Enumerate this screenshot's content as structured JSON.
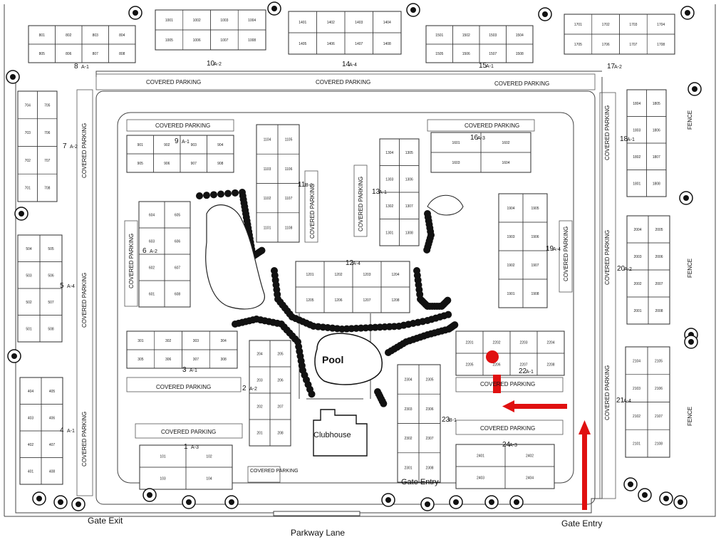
{
  "labels": {
    "pool": "Pool",
    "clubhouse": "Clubhouse",
    "gate_exit": "Gate Exit",
    "gate_entry_inner": "Gate Entry",
    "gate_entry_outer": "Gate Entry",
    "parkway_lane": "Parkway Lane",
    "fence": "FENCE",
    "covered_parking": "COVERED PARKING"
  },
  "buildings": [
    {
      "id": "b8",
      "num": "8",
      "type": "A-1",
      "units": [
        "801",
        "802",
        "803",
        "804",
        "805",
        "806",
        "807",
        "808"
      ]
    },
    {
      "id": "b10",
      "num": "10",
      "type": "A-2",
      "units": [
        "1001",
        "1002",
        "1003",
        "1004",
        "1005",
        "1006",
        "1007",
        "1008"
      ]
    },
    {
      "id": "b14",
      "num": "14",
      "type": "A-4",
      "units": [
        "1401",
        "1402",
        "1403",
        "1404",
        "1405",
        "1406",
        "1407",
        "1408"
      ]
    },
    {
      "id": "b15",
      "num": "15",
      "type": "A-1",
      "units": [
        "1501",
        "1502",
        "1503",
        "1504",
        "1505",
        "1506",
        "1507",
        "1508"
      ]
    },
    {
      "id": "b17",
      "num": "17",
      "type": "A-2",
      "units": [
        "1701",
        "1702",
        "1703",
        "1704",
        "1705",
        "1706",
        "1707",
        "1708"
      ]
    },
    {
      "id": "b7",
      "num": "7",
      "type": "A-2",
      "units": [
        "701",
        "702",
        "703",
        "704",
        "705",
        "706",
        "707",
        "708"
      ]
    },
    {
      "id": "b9",
      "num": "9",
      "type": "A-1",
      "units": [
        "901",
        "902",
        "903",
        "904",
        "905",
        "906",
        "907",
        "908"
      ]
    },
    {
      "id": "b11",
      "num": "11",
      "type": "B-1",
      "units": [
        "1101",
        "1102",
        "1103",
        "1104",
        "1105",
        "1106",
        "1107",
        "1108"
      ]
    },
    {
      "id": "b13",
      "num": "13",
      "type": "A-1",
      "units": [
        "1301",
        "1302",
        "1303",
        "1304",
        "1305",
        "1306",
        "1307",
        "1308"
      ]
    },
    {
      "id": "b16",
      "num": "16",
      "type": "A-3",
      "units": [
        "1601",
        "1602",
        "1603",
        "1604"
      ]
    },
    {
      "id": "b18",
      "num": "18",
      "type": "A-1",
      "units": [
        "1801",
        "1802",
        "1803",
        "1804",
        "1805",
        "1806",
        "1807",
        "1808"
      ]
    },
    {
      "id": "b6",
      "num": "6",
      "type": "A-2",
      "units": [
        "601",
        "602",
        "603",
        "604",
        "605",
        "606",
        "607",
        "608"
      ]
    },
    {
      "id": "b5",
      "num": "5",
      "type": "A-4",
      "units": [
        "501",
        "502",
        "503",
        "504",
        "505",
        "506",
        "507",
        "508"
      ]
    },
    {
      "id": "b12",
      "num": "12",
      "type": "A-4",
      "units": [
        "1201",
        "1202",
        "1203",
        "1204",
        "1205",
        "1206",
        "1207",
        "1208"
      ]
    },
    {
      "id": "b19",
      "num": "19",
      "type": "A-4",
      "units": [
        "1901",
        "1902",
        "1903",
        "1904",
        "1905",
        "1906",
        "1907",
        "1908"
      ]
    },
    {
      "id": "b20",
      "num": "20",
      "type": "A-2",
      "units": [
        "2001",
        "2002",
        "2003",
        "2004",
        "2005",
        "2006",
        "2007",
        "2008"
      ]
    },
    {
      "id": "b3",
      "num": "3",
      "type": "A-1",
      "units": [
        "301",
        "302",
        "303",
        "304",
        "305",
        "306",
        "307",
        "308"
      ]
    },
    {
      "id": "b2",
      "num": "2",
      "type": "A-2",
      "units": [
        "201",
        "202",
        "203",
        "204",
        "205",
        "206",
        "207",
        "208"
      ]
    },
    {
      "id": "b22",
      "num": "22",
      "type": "A-1",
      "units": [
        "2201",
        "2202",
        "2203",
        "2204",
        "2205",
        "2206",
        "2207",
        "2208"
      ]
    },
    {
      "id": "b23",
      "num": "23",
      "type": "B-1",
      "units": [
        "2301",
        "2302",
        "2303",
        "2304",
        "2305",
        "2306",
        "2307",
        "2308"
      ]
    },
    {
      "id": "b21",
      "num": "21",
      "type": "A-4",
      "units": [
        "2101",
        "2102",
        "2103",
        "2104",
        "2105",
        "2106",
        "2107",
        "2108"
      ]
    },
    {
      "id": "b4",
      "num": "4",
      "type": "A-1",
      "units": [
        "401",
        "402",
        "403",
        "404",
        "405",
        "406",
        "407",
        "408"
      ]
    },
    {
      "id": "b1",
      "num": "1",
      "type": "A-3",
      "units": [
        "101",
        "102",
        "103",
        "104"
      ]
    },
    {
      "id": "b24",
      "num": "24",
      "type": "A-3",
      "units": [
        "2401",
        "2402",
        "2403",
        "2404"
      ]
    }
  ],
  "colors": {
    "marker": "#e01010",
    "ink": "#111111"
  }
}
